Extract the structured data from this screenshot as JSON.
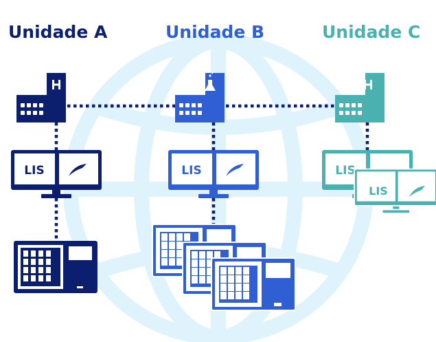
{
  "units": [
    {
      "name": "Unidade A",
      "building_glyph": "H",
      "monitor_label": "LIS",
      "color": "#0c1f6e"
    },
    {
      "name": "Unidade B",
      "building_glyph": "flask",
      "monitor_label": "LIS",
      "color": "#2f5fd2"
    },
    {
      "name": "Unidade C",
      "building_glyph": "H",
      "monitor_label": "LIS",
      "color": "#4ab0b0"
    }
  ],
  "colors": {
    "globe": "#dff3fc",
    "link": "#0c1f6e"
  },
  "icons": [
    "globe-icon",
    "hospital-building-icon",
    "laboratory-building-icon",
    "computer-monitor-icon",
    "analyzer-machine-icon"
  ]
}
